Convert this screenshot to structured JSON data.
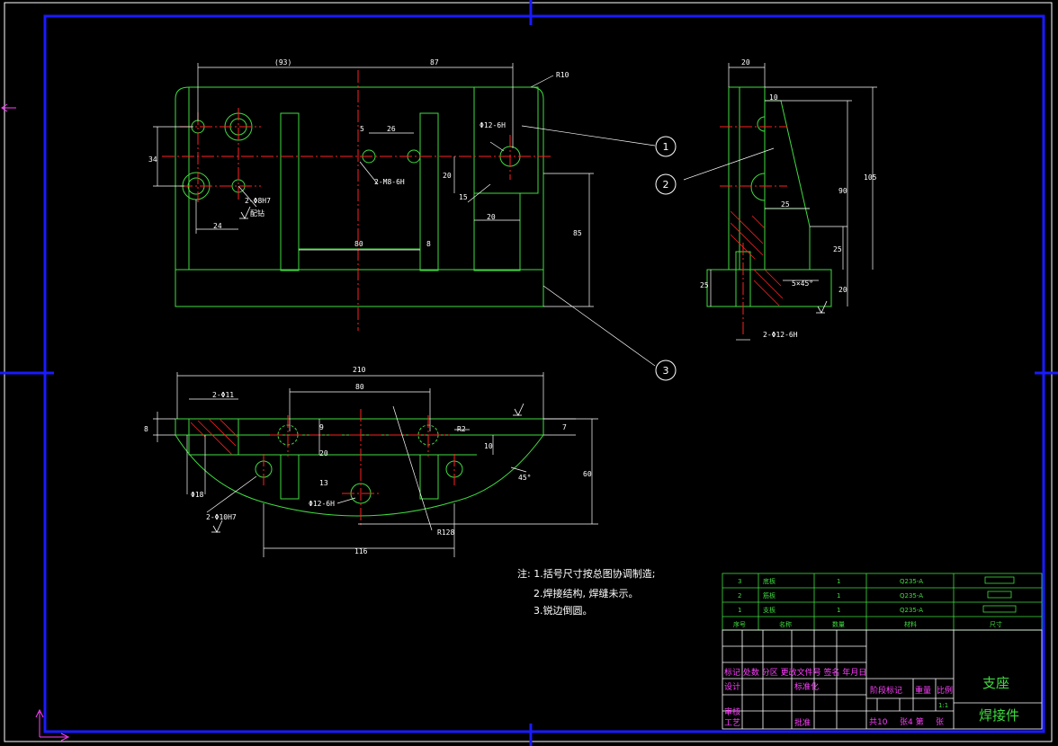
{
  "colors": {
    "background": "#000000",
    "frame": "#1a1aff",
    "outline": "#3fdc3f",
    "center": "#ff2020",
    "dimension": "#ffffff",
    "titleblock_text": "#ff40ff",
    "hatch": "#ff2020"
  },
  "icons": [
    "ucs-axis-icon",
    "roughness-symbol-icon"
  ],
  "front_view": {
    "dims": {
      "d93": "(93)",
      "d87": "87",
      "r10": "R10",
      "d34": "34",
      "d5": "5",
      "d26": "26",
      "phi12": "Φ12-6H",
      "hole2": "2-M8-6H",
      "d20a": "20",
      "d15": "15",
      "d20b": "20",
      "pin": "2-Φ8H7",
      "pin2": "配钻",
      "d24": "24",
      "d80": "80",
      "d8": "8",
      "d85": "85"
    }
  },
  "side_view": {
    "dims": {
      "d20": "20",
      "d10": "10",
      "d105": "105",
      "d90": "90",
      "d25a": "25",
      "d25b": "25",
      "d25c": "25",
      "d20b": "20",
      "chamfer": "5×45°",
      "phi12": "2-Φ12-6H"
    }
  },
  "top_view": {
    "dims": {
      "d210": "210",
      "phi11": "2-Φ11",
      "d80": "80",
      "d8": "8",
      "d7": "7",
      "r2": "R2",
      "d9": "9",
      "d20": "20",
      "d10": "10",
      "d13": "13",
      "d60": "60",
      "d45": "45°",
      "phi18": "Φ18",
      "phi10": "2-Φ10H7",
      "phi12": "Φ12-6H",
      "r128": "R128",
      "d116": "116"
    }
  },
  "balloons": [
    "1",
    "2",
    "3"
  ],
  "notes": [
    "注: 1.括号尺寸按总图协调制造;",
    "2.焊接结构, 焊缝未示。",
    "3.锐边倒圆。"
  ],
  "parts_list": {
    "rows": [
      [
        "3",
        "底板",
        "1",
        "Q235-A"
      ],
      [
        "2",
        "筋板",
        "1",
        "Q235-A"
      ],
      [
        "1",
        "支板",
        "1",
        "Q235-A"
      ]
    ],
    "header": [
      "序号",
      "名称",
      "数量",
      "材料",
      "尺寸"
    ]
  },
  "title_block": {
    "revision_header": "标记 处数 分区 更改文件号 签名 年月日",
    "design": "设计",
    "standard": "标准化",
    "review": "审核",
    "process": "工艺",
    "approve": "批准",
    "stage": "阶段标记",
    "weight": "重量",
    "scale": "比例",
    "scale_value": "1:1",
    "sheets": "共10",
    "sheet_no": "张4 第",
    "sheet_unit": "张",
    "part_name": "支座",
    "drawing_title": "焊接件"
  }
}
